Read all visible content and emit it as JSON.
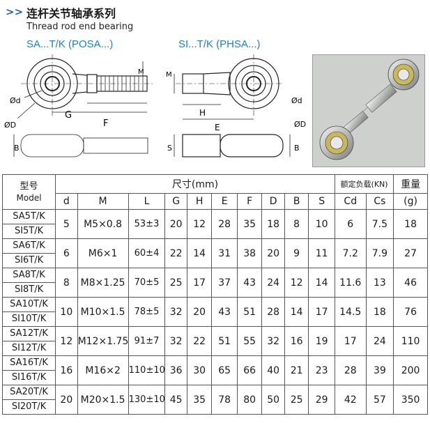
{
  "header": {
    "arrows": ">>",
    "title_cn": "连杆关节轴承系列",
    "title_en": "Thread rod end bearing"
  },
  "series": {
    "left": "SA...T/K  (POSA...)",
    "right": "SI...T/K  (PHSA...)"
  },
  "drawing_labels": {
    "left": {
      "M": "M",
      "d": "Ød",
      "D": "ØD",
      "G": "G",
      "F": "F",
      "B": "B"
    },
    "right": {
      "M": "M",
      "d": "Ød",
      "D": "ØD",
      "H": "H",
      "E": "E",
      "B": "B",
      "S": "S"
    }
  },
  "table": {
    "header": {
      "model_cn": "型号",
      "model_en": "Model",
      "dimensions": "尺寸(mm)",
      "rated_load": "额定负载(KN)",
      "weight": "重量",
      "weight_unit": "(g)",
      "columns": [
        "d",
        "M",
        "L",
        "G",
        "H",
        "E",
        "F",
        "D",
        "B",
        "S",
        "Cd",
        "Cs"
      ]
    },
    "rows": [
      {
        "model1": "SA5T/K",
        "model2": "SI5T/K",
        "d": "5",
        "M": "M5×0.8",
        "L": "53±3",
        "G": "20",
        "H": "12",
        "E": "28",
        "F": "35",
        "D": "18",
        "B": "8",
        "S": "10",
        "Cd": "6",
        "Cs": "7.5",
        "W": "18"
      },
      {
        "model1": "SA6T/K",
        "model2": "SI6T/K",
        "d": "6",
        "M": "M6×1",
        "L": "60±4",
        "G": "22",
        "H": "14",
        "E": "31",
        "F": "38",
        "D": "20",
        "B": "9",
        "S": "11",
        "Cd": "7.2",
        "Cs": "7.9",
        "W": "27"
      },
      {
        "model1": "SA8T/K",
        "model2": "SI8T/K",
        "d": "8",
        "M": "M8×1.25",
        "L": "70±5",
        "G": "25",
        "H": "17",
        "E": "37",
        "F": "43",
        "D": "24",
        "B": "12",
        "S": "14",
        "Cd": "11.6",
        "Cs": "13",
        "W": "46"
      },
      {
        "model1": "SA10T/K",
        "model2": "SI10T/K",
        "d": "10",
        "M": "M10×1.5",
        "L": "78±5",
        "G": "32",
        "H": "20",
        "E": "43",
        "F": "51",
        "D": "28",
        "B": "14",
        "S": "17",
        "Cd": "14.5",
        "Cs": "18",
        "W": "76"
      },
      {
        "model1": "SA12T/K",
        "model2": "SI12T/K",
        "d": "12",
        "M": "M12×1.75",
        "L": "91±7",
        "G": "32",
        "H": "22",
        "E": "51",
        "F": "55",
        "D": "32",
        "B": "16",
        "S": "19",
        "Cd": "17",
        "Cs": "24",
        "W": "110"
      },
      {
        "model1": "SA16T/K",
        "model2": "SI16T/K",
        "d": "16",
        "M": "M16×2",
        "L": "110±10",
        "G": "36",
        "H": "30",
        "E": "65",
        "F": "66",
        "D": "40",
        "B": "21",
        "S": "23",
        "Cd": "28",
        "Cs": "39",
        "W": "200"
      },
      {
        "model1": "SA20T/K",
        "model2": "SI20T/K",
        "d": "20",
        "M": "M20×1.5",
        "L": "130±10",
        "G": "45",
        "H": "35",
        "E": "78",
        "F": "80",
        "D": "50",
        "B": "25",
        "S": "29",
        "Cd": "42",
        "Cs": "57",
        "W": "350"
      }
    ]
  }
}
